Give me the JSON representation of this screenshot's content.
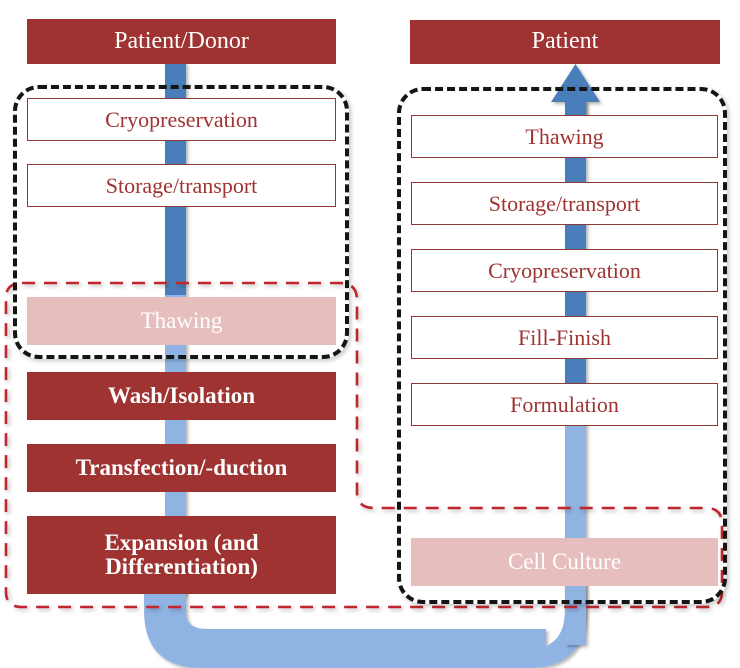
{
  "diagram": {
    "title_left": "Patient/Donor",
    "title_right": "Patient",
    "colors": {
      "dark_red": "#9E3331",
      "light_pink": "#E6BEBE",
      "blue_arrow": "#4A7EBB",
      "light_blue_arrow": "#8FB4E3",
      "outline_red": "#8C3A36",
      "dashed_black": "#151515",
      "dashed_red": "#C0272D",
      "white": "#FFFFFF"
    },
    "left_column": {
      "header": "Patient/Donor",
      "steps": [
        {
          "label": "Cryopreservation",
          "style": "outline"
        },
        {
          "label": "Storage/transport",
          "style": "outline"
        },
        {
          "label": "Thawing",
          "style": "pink"
        },
        {
          "label": "Wash/Isolation",
          "style": "filled"
        },
        {
          "label": "Transfection/-duction",
          "style": "filled"
        },
        {
          "label_line1": "Expansion (and",
          "label_line2": "Differentiation)",
          "style": "filled"
        }
      ]
    },
    "right_column": {
      "header": "Patient",
      "steps": [
        {
          "label": "Thawing",
          "style": "outline"
        },
        {
          "label": "Storage/transport",
          "style": "outline"
        },
        {
          "label": "Cryopreservation",
          "style": "outline"
        },
        {
          "label": "Fill-Finish",
          "style": "outline"
        },
        {
          "label": "Formulation",
          "style": "outline"
        },
        {
          "label": "Cell Culture",
          "style": "pink"
        }
      ]
    },
    "groupings": [
      {
        "name": "left-cryo-group",
        "style": "black-dashed"
      },
      {
        "name": "right-process-group",
        "style": "black-dashed"
      },
      {
        "name": "manufacturing-group",
        "style": "red-dashed"
      }
    ],
    "flow": {
      "direction_left": "downward",
      "direction_right": "upward",
      "connector": "bottom-loop-left-to-right",
      "arrowhead": "up-arrow-into-patient"
    }
  }
}
